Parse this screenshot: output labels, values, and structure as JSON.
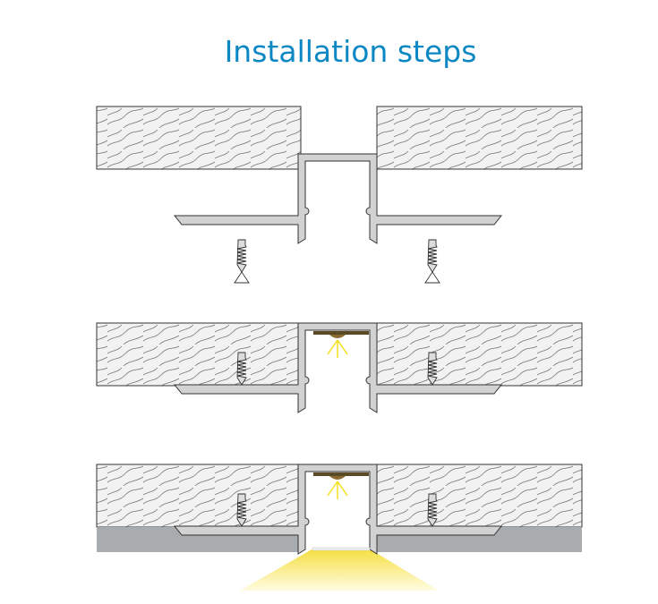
{
  "title": "Installation steps",
  "colors": {
    "title": "#0b87c3",
    "top_fragment": "#b0306a",
    "plaster": "#a9acae",
    "profile": "#d2d2d2",
    "light": "#f5e25a"
  },
  "steps": [
    {
      "name": "step-1-place-profile"
    },
    {
      "name": "step-2-screw-profile"
    },
    {
      "name": "step-3-plaster-and-light"
    }
  ]
}
